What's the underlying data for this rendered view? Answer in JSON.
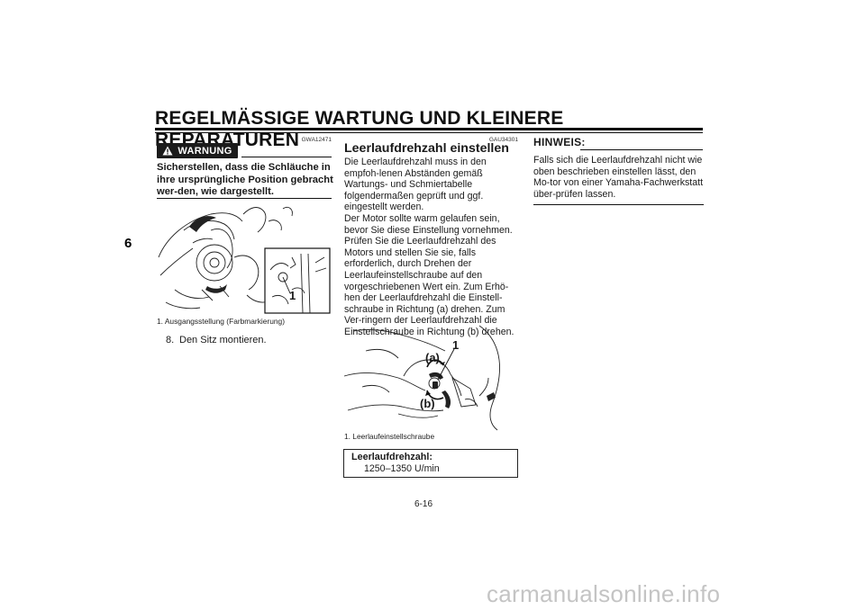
{
  "header": {
    "title": "REGELMÄSSIGE WARTUNG UND KLEINERE REPARATUREN"
  },
  "chapter_tab": "6",
  "left_column": {
    "doc_code": "GWA12471",
    "warning_label": "WARNUNG",
    "warning_text": "Sicherstellen, dass die Schläuche in ihre ursprüngliche Position gebracht wer-den, wie dargestellt.",
    "figure_label_1": "1",
    "caption": "1. Ausgangsstellung (Farbmarkierung)",
    "step_number": "8.",
    "step_text": "Den Sitz montieren."
  },
  "middle_column": {
    "doc_code": "GAU34301",
    "section_title": "Leerlaufdrehzahl einstellen",
    "paragraphs": [
      "Die Leerlaufdrehzahl muss in den empfoh-lenen Abständen gemäß Wartungs- und Schmiertabelle folgendermaßen geprüft und ggf. eingestellt werden.",
      "Der Motor sollte warm gelaufen sein, bevor Sie diese Einstellung vornehmen.",
      "Prüfen Sie die Leerlaufdrehzahl des Motors und stellen Sie sie, falls erforderlich, durch Drehen der Leerlaufeinstellschraube auf den vorgeschriebenen Wert ein. Zum Erhö-hen der Leerlaufdrehzahl die Einstell-schraube in Richtung (a) drehen. Zum Ver-ringern der Leerlaufdrehzahl die Einstellschraube in Richtung (b) drehen."
    ],
    "figure_label_1": "1",
    "figure_label_a": "(a)",
    "figure_label_b": "(b)",
    "caption": "1. Leerlaufeinstellschraube",
    "spec_label": "Leerlaufdrehzahl:",
    "spec_value": "1250–1350 U/min"
  },
  "right_column": {
    "note_title": "HINWEIS:",
    "note_text": "Falls sich die Leerlaufdrehzahl nicht wie oben beschrieben einstellen lässt, den Mo-tor von einer Yamaha-Fachwerkstatt über-prüfen lassen."
  },
  "footer": {
    "page_number": "6-16",
    "watermark": "carmanualsonline.info"
  }
}
